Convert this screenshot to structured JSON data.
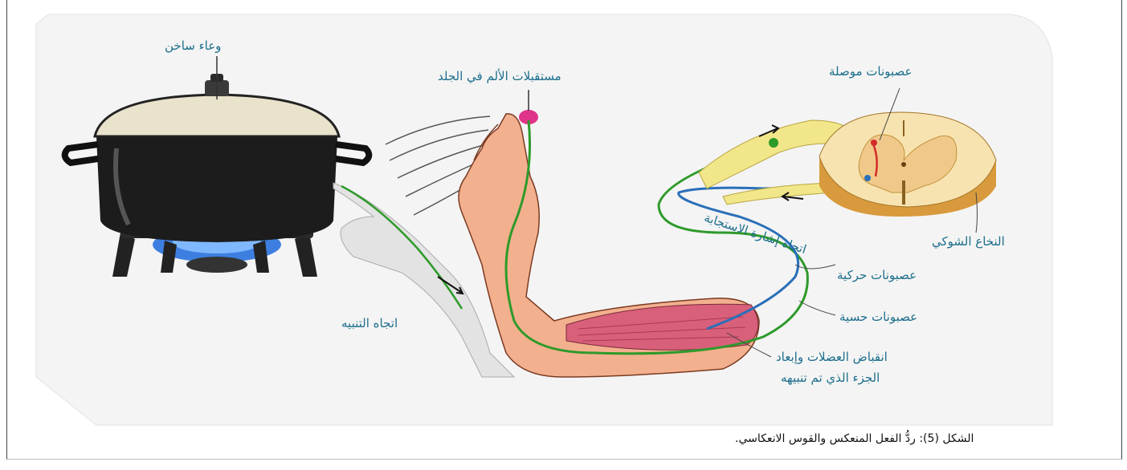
{
  "labels": {
    "pot": "وعاء ساخن",
    "pain_receptors": "مستقبلات الألم في الجلد",
    "interneurons": "عصبونات موصلة",
    "spinal_cord": "النخاع الشوكي",
    "response_direction": "اتجاه إشارة الاستجابة",
    "motor_neurons": "عصبونات حركية",
    "sensory_neurons": "عصبونات حسية",
    "stimulus_direction": "اتجاه التنبيه",
    "muscle_contraction_1": "انقباض العضلات وإبعاد",
    "muscle_contraction_2": "الجزء الذي تم تنبيهه"
  },
  "caption": "الشكل (5): ردُّ الفعل المنعكس والقوس الانعكاسي.",
  "colors": {
    "label": "#1c6e8c",
    "sensory_neuron": "#2e9a2a",
    "motor_neuron": "#2a6fb8",
    "skin": "#f3b08e",
    "muscle": "#d9607a",
    "panel": "#f5f5f5"
  }
}
